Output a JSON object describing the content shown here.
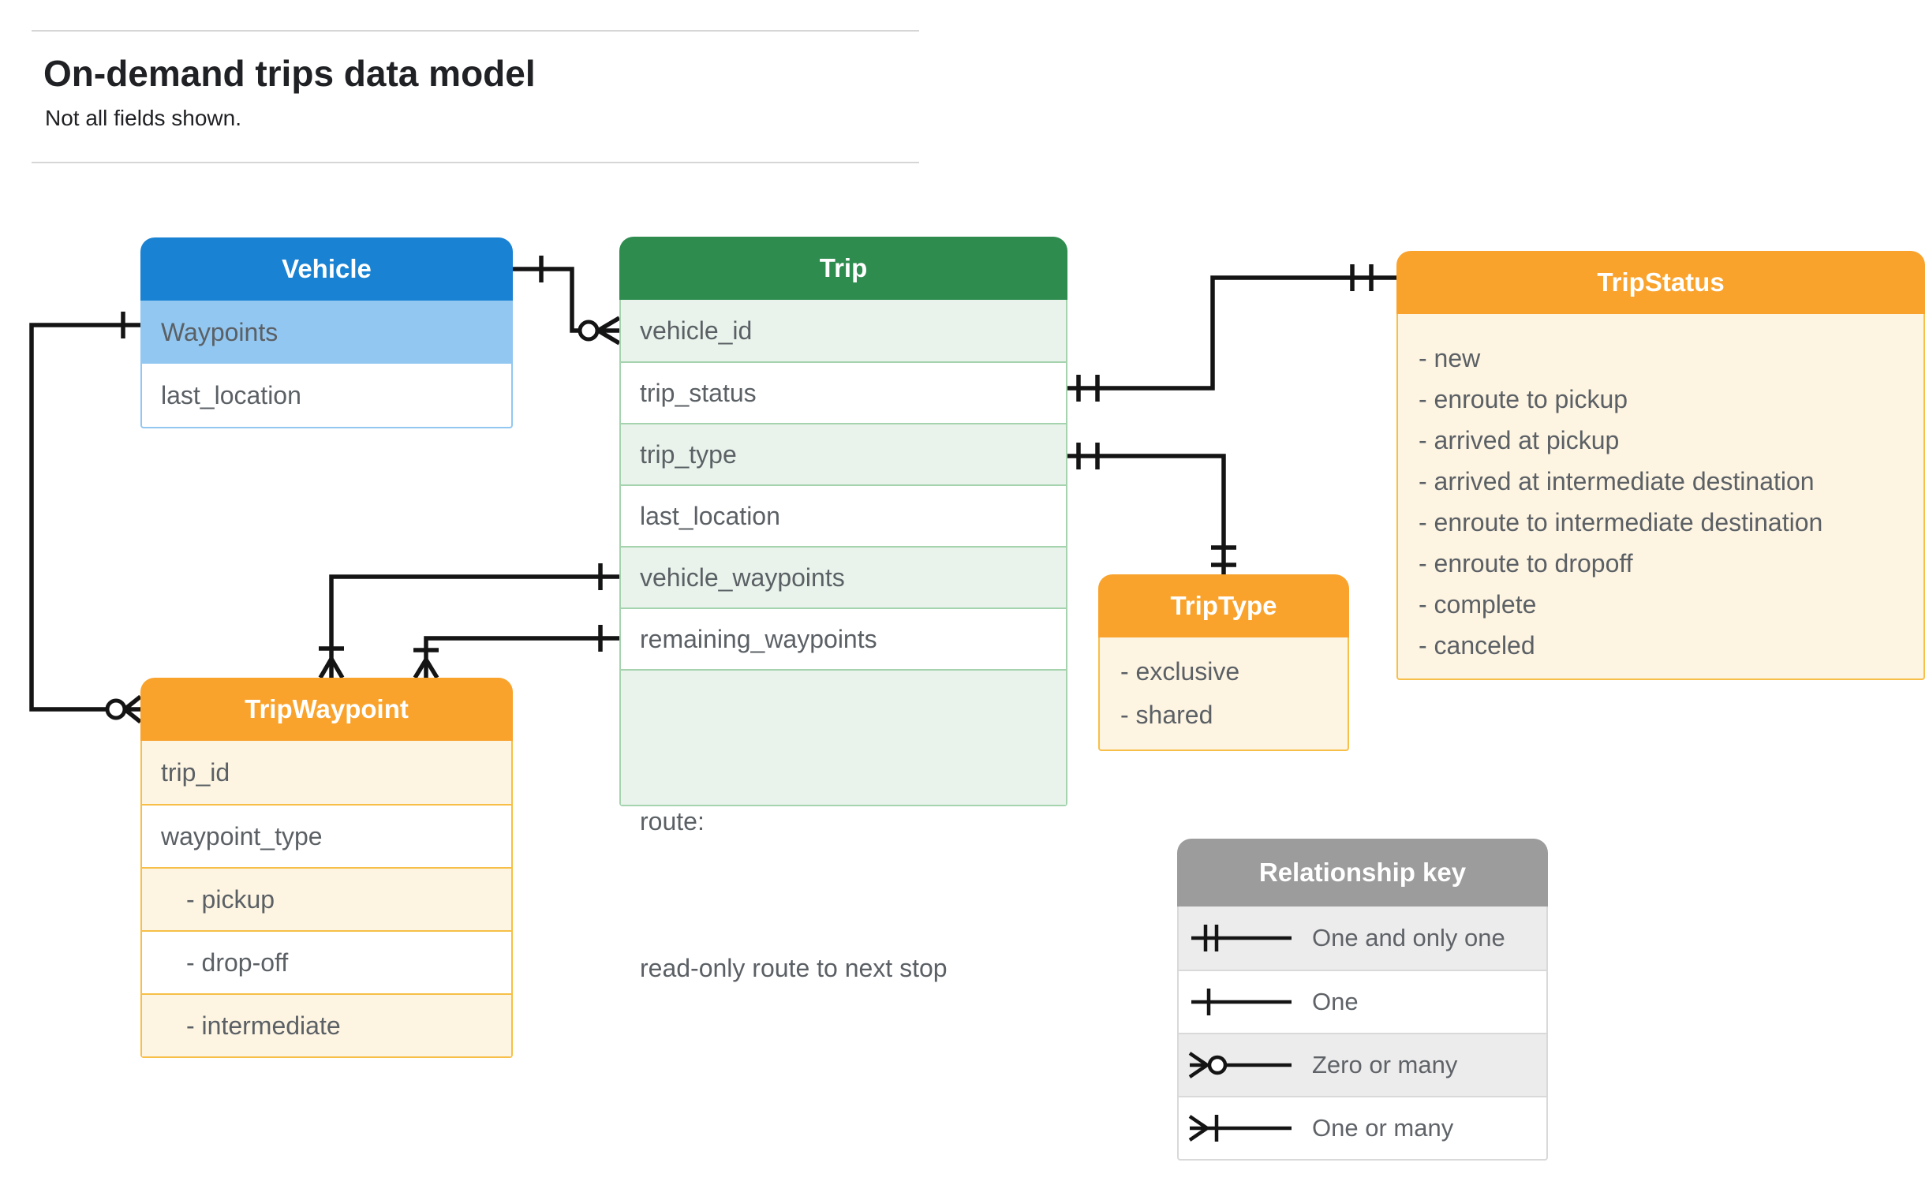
{
  "title": {
    "heading": "On-demand trips data model",
    "subtitle": "Not all fields shown."
  },
  "colors": {
    "blue": "#1982d2",
    "blue-light": "#92c7f1",
    "green": "#2d8c4e",
    "green-light": "#e9f3eb",
    "green-border": "#a4d3ae",
    "orange": "#f9a32d",
    "orange-border": "#f7bf47",
    "cream": "#fdf4e2",
    "gray": "#9c9c9c",
    "gray-light": "#ececec",
    "key-border": "#d9d9d9",
    "text": "#5b6065",
    "heading": "#202124",
    "divider": "#d6d6d6"
  },
  "entities": {
    "vehicle": {
      "title": "Vehicle",
      "rows": [
        "Waypoints",
        "last_location"
      ]
    },
    "trip": {
      "title": "Trip",
      "rows": [
        "vehicle_id",
        "trip_status",
        "trip_type",
        "last_location",
        "vehicle_waypoints",
        "remaining_waypoints"
      ],
      "route": {
        "line1": "route:",
        "line2": "read-only route to next stop"
      }
    },
    "trip_status": {
      "title": "TripStatus",
      "items": [
        "- new",
        "- enroute to pickup",
        "- arrived at pickup",
        "- arrived at intermediate destination",
        "- enroute to intermediate destination",
        "- enroute to dropoff",
        "- complete",
        "- canceled"
      ]
    },
    "trip_type": {
      "title": "TripType",
      "items": [
        "- exclusive",
        "- shared"
      ]
    },
    "trip_waypoint": {
      "title": "TripWaypoint",
      "rows": [
        "trip_id",
        "waypoint_type"
      ],
      "values": [
        "- pickup",
        "- drop-off",
        "- intermediate"
      ]
    }
  },
  "legend": {
    "title": "Relationship key",
    "items": [
      {
        "symbol": "one-and-only-one",
        "label": "One and only one"
      },
      {
        "symbol": "one",
        "label": "One"
      },
      {
        "symbol": "zero-or-many",
        "label": "Zero or many"
      },
      {
        "symbol": "one-or-many",
        "label": "One or many"
      }
    ]
  }
}
